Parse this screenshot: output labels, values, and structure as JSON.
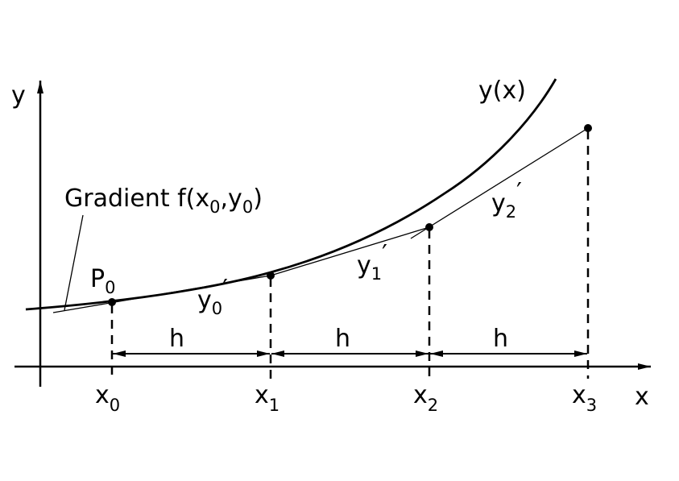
{
  "axes": {
    "x_label": "x",
    "y_label": "y"
  },
  "curve_label": {
    "base": "y(x)"
  },
  "gradient_label": {
    "prefix": "Gradient f(x",
    "sub0": "0",
    "mid": ",y",
    "sub1": "0",
    "suffix": ")"
  },
  "point_label": {
    "base": "P",
    "sub": "0"
  },
  "slopes": [
    {
      "base": "y",
      "sub": "0",
      "prime": "′"
    },
    {
      "base": "y",
      "sub": "1",
      "prime": "′"
    },
    {
      "base": "y",
      "sub": "2",
      "prime": "′"
    }
  ],
  "x_ticks": [
    {
      "base": "x",
      "sub": "0"
    },
    {
      "base": "x",
      "sub": "1"
    },
    {
      "base": "x",
      "sub": "2"
    },
    {
      "base": "x",
      "sub": "3"
    }
  ],
  "step_label": "h",
  "step_labels": [
    "h",
    "h",
    "h"
  ]
}
